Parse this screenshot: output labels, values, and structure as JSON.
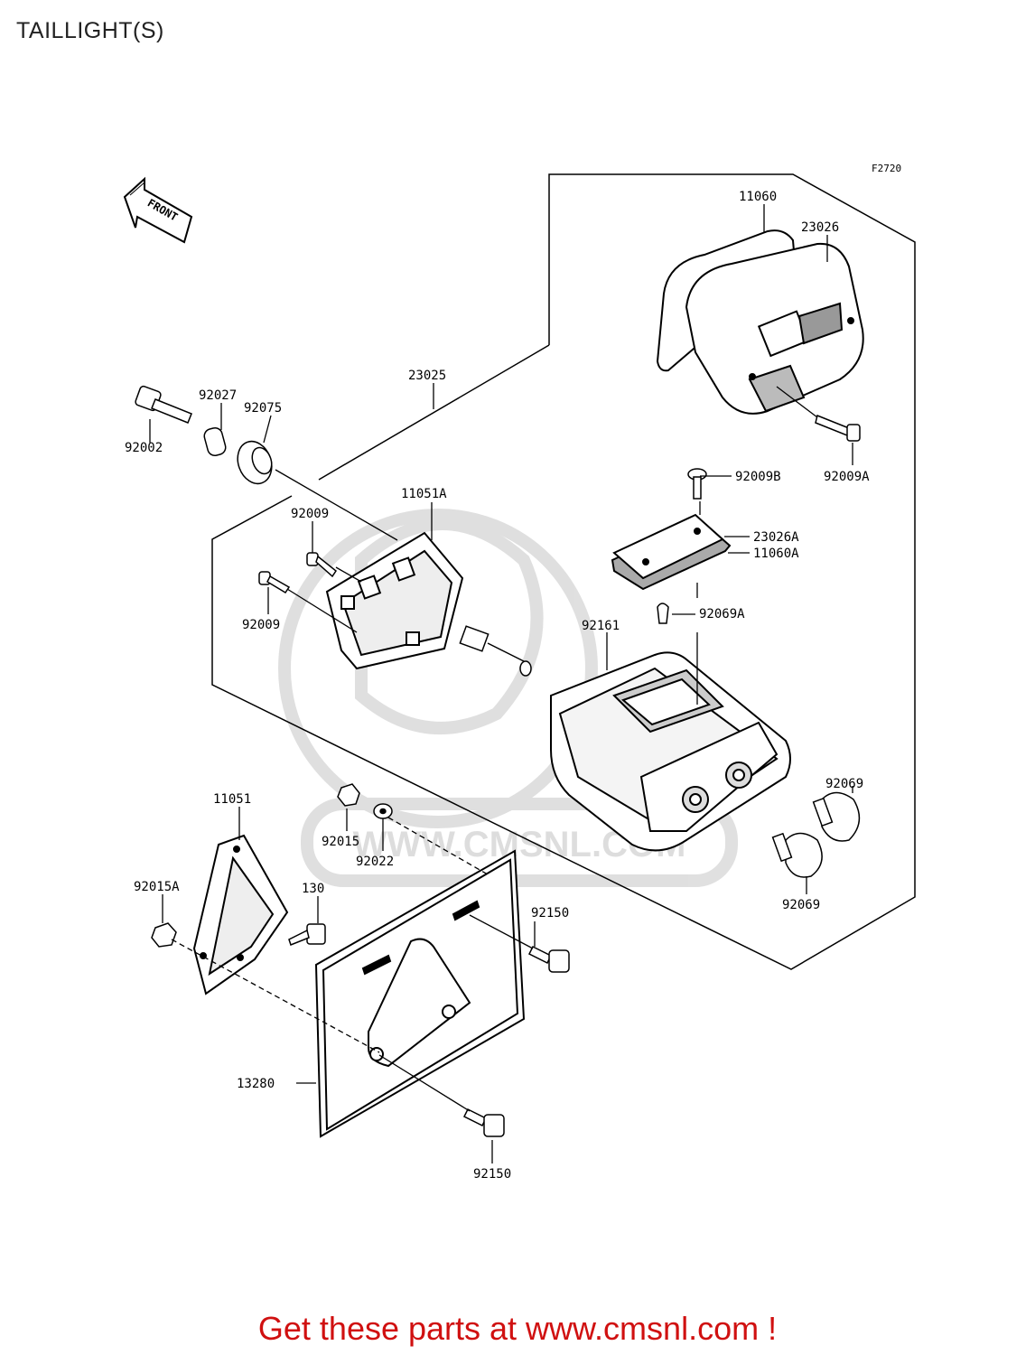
{
  "page_title": "TAILLIGHT(S)",
  "figure_code": "F2720",
  "front_arrow": "FRONT",
  "watermark": "WWW.CMSNL.COM",
  "call_to_action": "Get these parts at www.cmsnl.com !",
  "parts": {
    "p11060": "11060",
    "p23026": "23026",
    "p23025": "23025",
    "p92002": "92002",
    "p92027": "92027",
    "p92075": "92075",
    "p92009a": "92009A",
    "p92009b": "92009B",
    "p23026a": "23026A",
    "p11060a": "11060A",
    "p11051a": "11051A",
    "p92009_1": "92009",
    "p92009_2": "92009",
    "p92069a": "92069A",
    "p92161": "92161",
    "p92069_1": "92069",
    "p92069_2": "92069",
    "p11051": "11051",
    "p92015": "92015",
    "p92022": "92022",
    "p92015a": "92015A",
    "p130": "130",
    "p92150_1": "92150",
    "p13280": "13280",
    "p92150_2": "92150"
  }
}
